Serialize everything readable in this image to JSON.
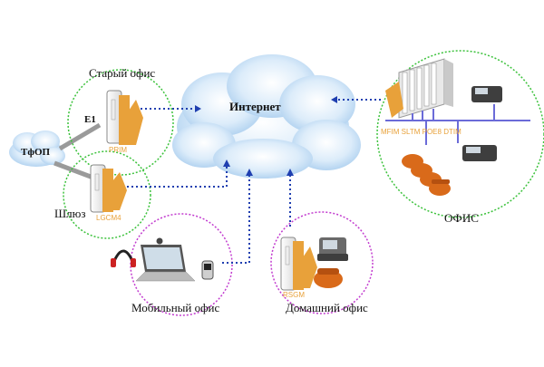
{
  "colors": {
    "accent_orange": "#e8a13a",
    "link_blue": "#1f3fb0",
    "circle_green": "#3cc23c",
    "circle_magenta": "#c23ccf",
    "cloud_blue": "#cfe6f8",
    "bus_purple": "#6b6bd8"
  },
  "labels": {
    "internet": "Интернет",
    "pstn": "ТфОП",
    "old_office": "Старый офис",
    "e1": "E1",
    "prim": "PRIM",
    "gateway": "Шлюз",
    "lgcm4": "LGCM4",
    "mobile_office": "Мобильный офис",
    "home_office": "Домашний офис",
    "rsgm": "RSGM",
    "office": "ОФИС",
    "office_modules": "MFIM SLTM POE8 DTIM"
  },
  "icons": [
    "cloud-icon",
    "gateway-device-icon",
    "pbx-rack-icon",
    "ip-phone-icon",
    "analog-phone-icon",
    "laptop-icon",
    "headset-icon",
    "mobile-phone-icon",
    "webcam-icon"
  ]
}
